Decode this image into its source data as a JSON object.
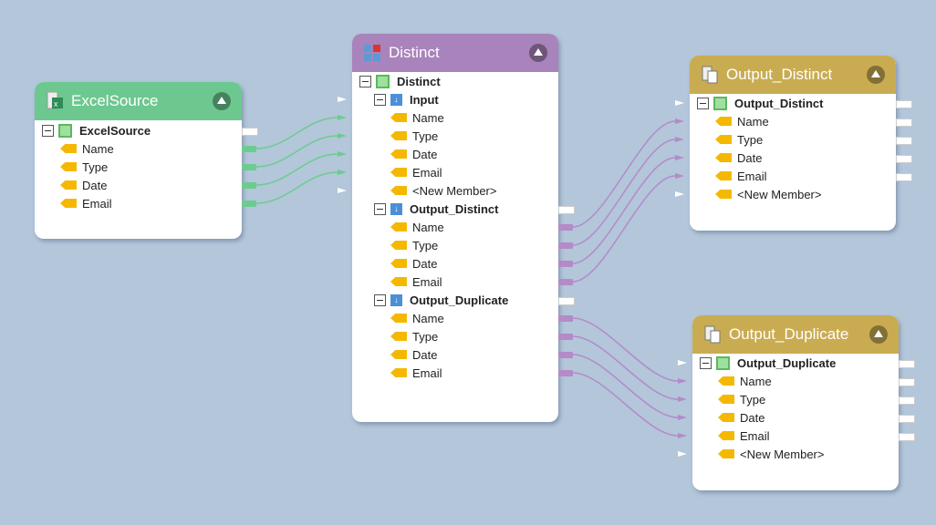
{
  "colors": {
    "excel": "#6cc88f",
    "distinct": "#a983bb",
    "output": "#c9ac52",
    "wire_green": "#6ccc8f",
    "wire_purple": "#b48ac8"
  },
  "nodes": {
    "excel": {
      "title": "ExcelSource",
      "icon": "excel-icon",
      "root": "ExcelSource",
      "fields": [
        "Name",
        "Type",
        "Date",
        "Email"
      ]
    },
    "distinct": {
      "title": "Distinct",
      "icon": "distinct-icon",
      "root": "Distinct",
      "groups": [
        {
          "name": "Input",
          "fields": [
            "Name",
            "Type",
            "Date",
            "Email",
            "<New Member>"
          ]
        },
        {
          "name": "Output_Distinct",
          "fields": [
            "Name",
            "Type",
            "Date",
            "Email"
          ]
        },
        {
          "name": "Output_Duplicate",
          "fields": [
            "Name",
            "Type",
            "Date",
            "Email"
          ]
        }
      ]
    },
    "out_distinct": {
      "title": "Output_Distinct",
      "icon": "output-icon",
      "root": "Output_Distinct",
      "fields": [
        "Name",
        "Type",
        "Date",
        "Email",
        "<New Member>"
      ]
    },
    "out_duplicate": {
      "title": "Output_Duplicate",
      "icon": "output-icon",
      "root": "Output_Duplicate",
      "fields": [
        "Name",
        "Type",
        "Date",
        "Email",
        "<New Member>"
      ]
    }
  }
}
